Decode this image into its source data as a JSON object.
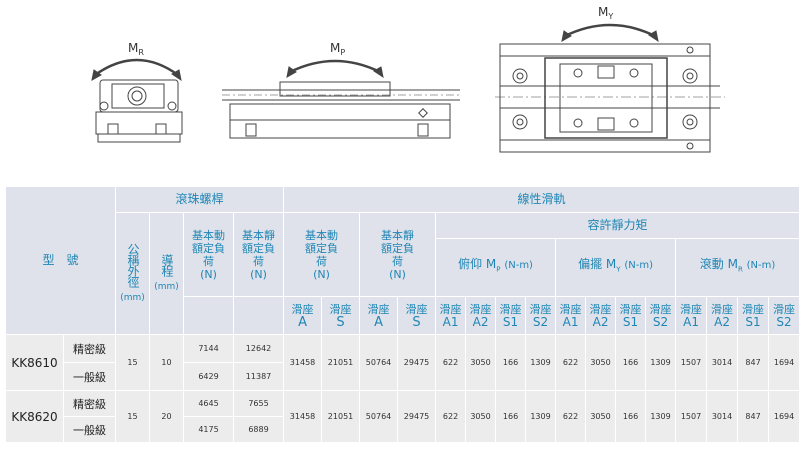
{
  "diagrams": {
    "mr_label": "M",
    "mr_sub": "R",
    "mp_label": "M",
    "mp_sub": "P",
    "my_label": "M",
    "my_sub": "Y"
  },
  "table": {
    "model_label": "型　號",
    "ball_screw": "滾珠螺桿",
    "linear_guide": "線性滑軌",
    "screw_od": "公稱外徑",
    "screw_od_unit": "(mm)",
    "lead": "導程",
    "lead_unit": "(mm)",
    "dyn_load": "基本動額定負荷",
    "dyn_load_unit": "(N)",
    "static_load": "基本靜額定負荷",
    "static_load_unit": "(N)",
    "rail_dyn": "基本動額定負荷",
    "rail_dyn_unit": "(N)",
    "rail_static": "基本靜額定負荷",
    "rail_static_unit": "(N)",
    "moment": "容許靜力矩",
    "pitch": "俯仰 M",
    "pitch_sub": "P",
    "yaw": "偏擺 M",
    "yaw_sub": "Y",
    "roll": "滾動 M",
    "roll_sub": "R",
    "unit_nm": "(N-m)",
    "slider": "滑座",
    "slider_a": "A",
    "slider_s": "S",
    "moment_cols": [
      "A1",
      "A2",
      "S1",
      "S2"
    ],
    "rows": [
      {
        "model": "KK8610",
        "od": "15",
        "lead": "10",
        "grades": [
          {
            "grade": "精密級",
            "dyn": "7144",
            "static": "12642"
          },
          {
            "grade": "一般級",
            "dyn": "6429",
            "static": "11387"
          }
        ],
        "rail_dyn_a": "31458",
        "rail_dyn_s": "21051",
        "rail_st_a": "50764",
        "rail_st_s": "29475",
        "mp": [
          "622",
          "3050",
          "166",
          "1309"
        ],
        "my": [
          "622",
          "3050",
          "166",
          "1309"
        ],
        "mr": [
          "1507",
          "3014",
          "847",
          "1694"
        ]
      },
      {
        "model": "KK8620",
        "od": "15",
        "lead": "20",
        "grades": [
          {
            "grade": "精密級",
            "dyn": "4645",
            "static": "7655"
          },
          {
            "grade": "一般級",
            "dyn": "4175",
            "static": "6889"
          }
        ],
        "rail_dyn_a": "31458",
        "rail_dyn_s": "21051",
        "rail_st_a": "50764",
        "rail_st_s": "29475",
        "mp": [
          "622",
          "3050",
          "166",
          "1309"
        ],
        "my": [
          "622",
          "3050",
          "166",
          "1309"
        ],
        "mr": [
          "1507",
          "3014",
          "847",
          "1694"
        ]
      }
    ]
  }
}
